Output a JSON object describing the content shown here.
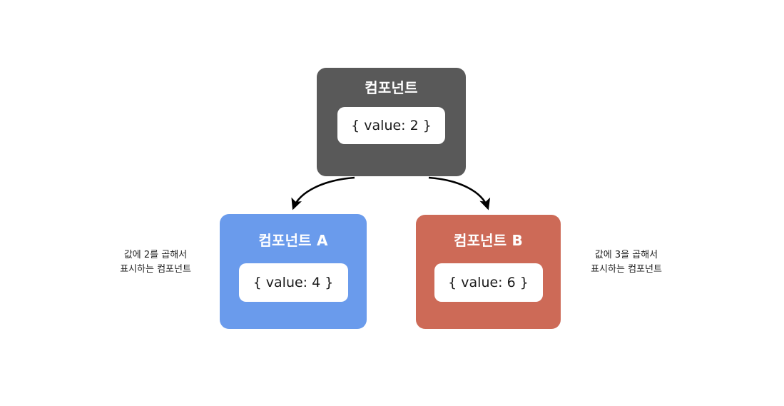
{
  "diagram": {
    "background_color": "#ffffff",
    "nodes": [
      {
        "id": "root",
        "title": "컴포넌트",
        "value": "{ value: 2 }",
        "color": "#595959",
        "title_color": "#ffffff"
      },
      {
        "id": "child-a",
        "title": "컴포넌트 A",
        "value": "{ value: 4 }",
        "color": "#6a9bec",
        "title_color": "#ffffff"
      },
      {
        "id": "child-b",
        "title": "컴포넌트 B",
        "value": "{ value: 6 }",
        "color": "#cd6a57",
        "title_color": "#ffffff"
      }
    ],
    "annotations": [
      {
        "id": "left",
        "text": "값에 2를 곱해서\n표시하는 컴포넌트"
      },
      {
        "id": "right",
        "text": "값에 3을 곱해서\n표시하는 컴포넌트"
      }
    ],
    "edges": [
      {
        "id": "root-to-a",
        "from": "root",
        "to": "child-a",
        "color": "#000000"
      },
      {
        "id": "root-to-b",
        "from": "root",
        "to": "child-b",
        "color": "#000000"
      }
    ]
  }
}
